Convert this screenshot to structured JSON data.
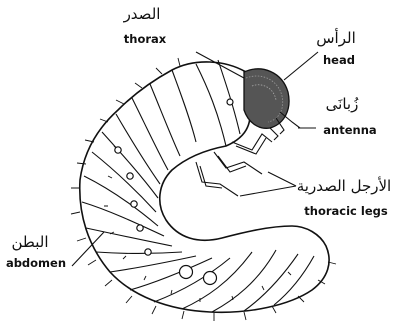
{
  "labels": {
    "thorax": {
      "ar": "الصدر",
      "en": "thorax"
    },
    "head": {
      "ar": "الرأس",
      "en": "head"
    },
    "antenna": {
      "ar": "زُبانَى",
      "en": "antenna"
    },
    "thoracic_legs": {
      "ar": "الأرجل الصدرية",
      "en": "thoracic legs"
    },
    "abdomen": {
      "ar": "البطن",
      "en": "abdomen"
    }
  }
}
